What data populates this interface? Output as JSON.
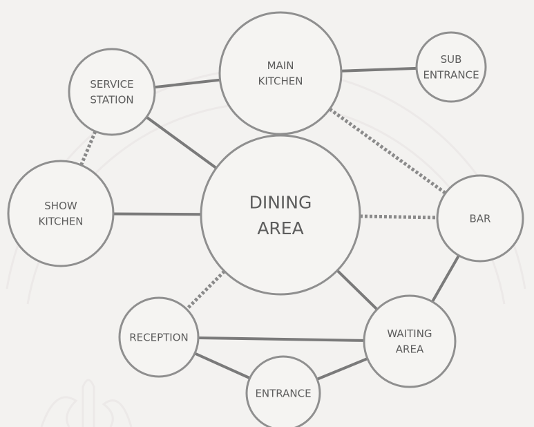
{
  "diagram": {
    "nodes": [
      {
        "id": "main-kitchen",
        "lines": [
          "MAIN",
          "KITCHEN"
        ]
      },
      {
        "id": "sub-entrance",
        "lines": [
          "SUB",
          "ENTRANCE"
        ]
      },
      {
        "id": "service-station",
        "lines": [
          "SERVICE",
          "STATION"
        ]
      },
      {
        "id": "show-kitchen",
        "lines": [
          "SHOW",
          "KITCHEN"
        ]
      },
      {
        "id": "dining-area",
        "lines": [
          "DINING",
          "AREA"
        ]
      },
      {
        "id": "bar",
        "lines": [
          "BAR"
        ]
      },
      {
        "id": "reception",
        "lines": [
          "RECEPTION"
        ]
      },
      {
        "id": "waiting-area",
        "lines": [
          "WAITING",
          "AREA"
        ]
      },
      {
        "id": "entrance",
        "lines": [
          "ENTRANCE"
        ]
      }
    ],
    "edges": [
      {
        "from": "service-station",
        "to": "main-kitchen",
        "style": "solid"
      },
      {
        "from": "main-kitchen",
        "to": "sub-entrance",
        "style": "solid"
      },
      {
        "from": "main-kitchen",
        "to": "dining-area",
        "style": "solid"
      },
      {
        "from": "service-station",
        "to": "dining-area",
        "style": "solid"
      },
      {
        "from": "service-station",
        "to": "show-kitchen",
        "style": "dotted"
      },
      {
        "from": "show-kitchen",
        "to": "dining-area",
        "style": "solid"
      },
      {
        "from": "main-kitchen",
        "to": "bar",
        "style": "dotted"
      },
      {
        "from": "dining-area",
        "to": "bar",
        "style": "dotted"
      },
      {
        "from": "dining-area",
        "to": "reception",
        "style": "dotted"
      },
      {
        "from": "dining-area",
        "to": "waiting-area",
        "style": "solid"
      },
      {
        "from": "bar",
        "to": "waiting-area",
        "style": "solid"
      },
      {
        "from": "reception",
        "to": "waiting-area",
        "style": "solid"
      },
      {
        "from": "reception",
        "to": "entrance",
        "style": "solid"
      },
      {
        "from": "entrance",
        "to": "waiting-area",
        "style": "solid"
      }
    ]
  }
}
